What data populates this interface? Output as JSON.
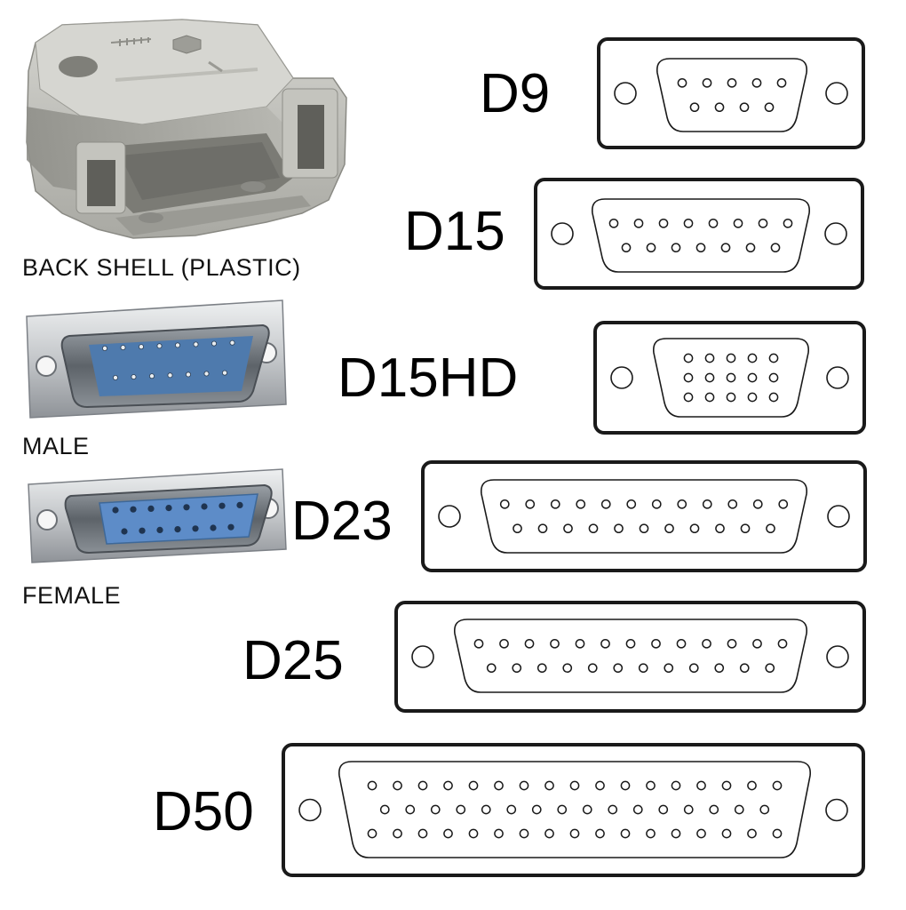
{
  "photos": {
    "back_shell": {
      "caption": "BACK SHELL (PLASTIC)"
    },
    "male": {
      "caption": "MALE"
    },
    "female": {
      "caption": "FEMALE"
    }
  },
  "connectors": [
    {
      "name": "D9",
      "rows": [
        5,
        4
      ]
    },
    {
      "name": "D15",
      "rows": [
        8,
        7
      ]
    },
    {
      "name": "D15HD",
      "rows": [
        5,
        5,
        5
      ]
    },
    {
      "name": "D23",
      "rows": [
        12,
        11
      ]
    },
    {
      "name": "D25",
      "rows": [
        13,
        12
      ]
    },
    {
      "name": "D50",
      "rows": [
        17,
        16,
        17
      ]
    }
  ],
  "colors": {
    "outline": "#1a1a1a",
    "shell_plastic": "#b9b9b2",
    "pin_insulator_blue": "#4f7fb6",
    "metal": "#c9cccf"
  }
}
